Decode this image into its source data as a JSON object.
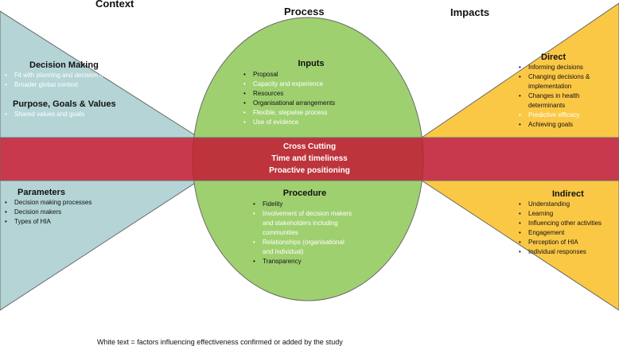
{
  "headings": {
    "context": "Context",
    "process": "Process",
    "impacts": "Impacts"
  },
  "decision_making": {
    "title": "Decision Making",
    "items": [
      {
        "text": "Fit with planning and decision making context",
        "white": true
      },
      {
        "text": "Broader global context",
        "white": true
      }
    ]
  },
  "purpose": {
    "title": "Purpose, Goals & Values",
    "items": [
      {
        "text": "Shared values and goals",
        "white": true
      }
    ]
  },
  "parameters": {
    "title": "Parameters",
    "items": [
      {
        "text": "Decision making processes",
        "white": false
      },
      {
        "text": "Decision makers",
        "white": false
      },
      {
        "text": "Types of HIA",
        "white": false
      }
    ]
  },
  "inputs": {
    "title": "Inputs",
    "items": [
      {
        "text": "Proposal",
        "white": false
      },
      {
        "text": "Capacity and experience",
        "white": true
      },
      {
        "text": "Resources",
        "white": false
      },
      {
        "text": "Organisational arrangements",
        "white": false
      },
      {
        "text": "Flexible, stepwise process",
        "white": true
      },
      {
        "text": "Use of evidence",
        "white": true
      }
    ]
  },
  "cross_cutting": {
    "title": "Cross Cutting",
    "lines": [
      "Time and timeliness",
      "Proactive positioning"
    ]
  },
  "procedure": {
    "title": "Procedure",
    "items": [
      {
        "text": "Fidelity",
        "white": false
      },
      {
        "text": "Involvement of decision makers and stakeholders including communities",
        "white": true
      },
      {
        "text": "Relationships (organisational and individual)",
        "white": true
      },
      {
        "text": "Transparency",
        "white": false
      }
    ]
  },
  "direct": {
    "title": "Direct",
    "items": [
      {
        "text": "Informing decisions",
        "white": false
      },
      {
        "text": "Changing decisions & implementation",
        "white": false
      },
      {
        "text": "Changes in health determinants",
        "white": false
      },
      {
        "text": "Predictive efficacy",
        "white": true
      },
      {
        "text": "Achieving goals",
        "white": false
      }
    ]
  },
  "indirect": {
    "title": "Indirect",
    "items": [
      {
        "text": "Understanding",
        "white": false
      },
      {
        "text": "Learning",
        "white": false
      },
      {
        "text": "Influencing other activities",
        "white": false
      },
      {
        "text": "Engagement",
        "white": false
      },
      {
        "text": "Perception of HIA",
        "white": false
      },
      {
        "text": "Individual responses",
        "white": false
      }
    ]
  },
  "footer": "White text = factors influencing effectiveness confirmed or added by the study",
  "colors": {
    "context_fill": "#b4d4d6",
    "process_fill": "#9fd070",
    "impacts_fill": "#fbc846",
    "band_fill": "#c21e34",
    "outline": "#6a6a6a"
  }
}
